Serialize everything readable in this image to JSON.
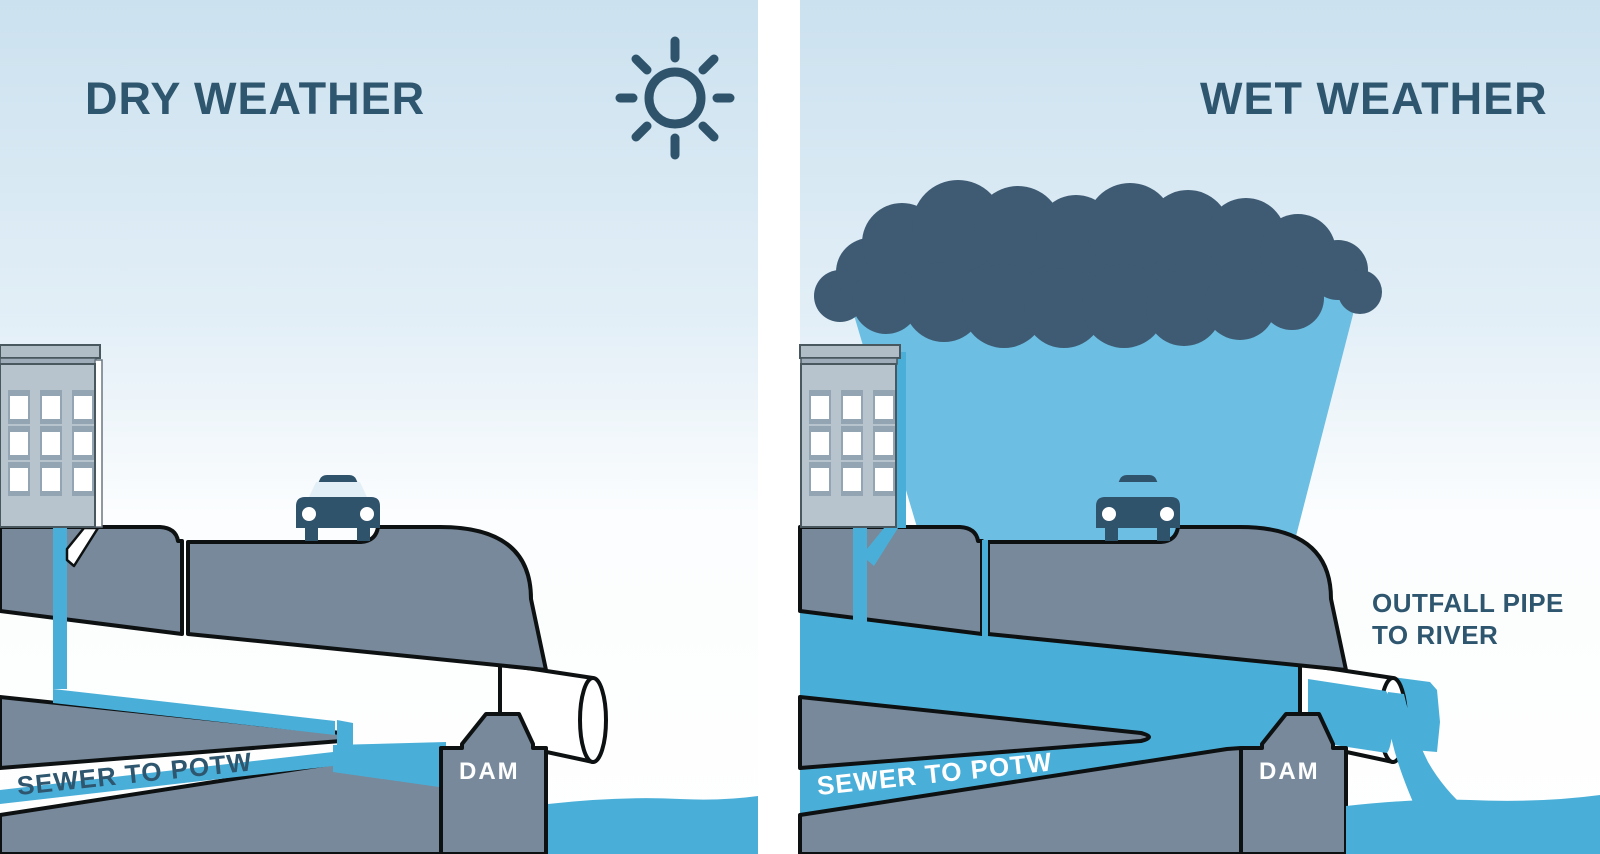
{
  "diagram": {
    "left_panel": {
      "title": "DRY WEATHER",
      "weather_icon": "sun-icon",
      "sewer_label": "SEWER TO POTW",
      "dam_label": "DAM"
    },
    "right_panel": {
      "title": "WET WEATHER",
      "weather_icon": "rain-cloud-icon",
      "sewer_label": "SEWER TO POTW",
      "dam_label": "DAM",
      "outfall_label": [
        "OUTFALL PIPE",
        "TO RIVER"
      ]
    },
    "colors": {
      "sky_top": "#CBE1EF",
      "sky_bottom": "#FFFFFF",
      "water": "#4AAFD8",
      "rain": "#6CBEE2",
      "ground": "#77899B",
      "cloud": "#3E5B73",
      "ink_text": "#2F566F",
      "icon_ink": "#30536C",
      "building_facade": "#B7C4CD",
      "building_trim": "#9DACB8",
      "window_frame": "#93A5B2",
      "outline": "#0E1112"
    }
  }
}
